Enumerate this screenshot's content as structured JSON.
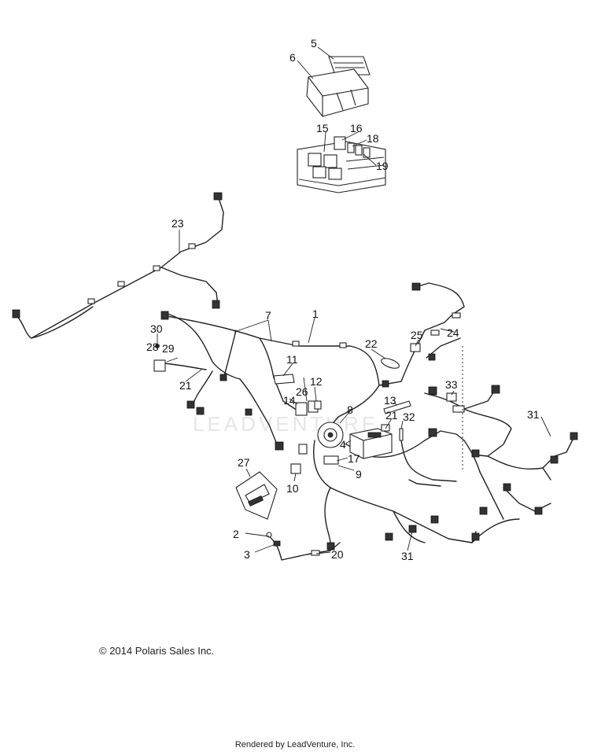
{
  "footer": {
    "copyright": "© 2014 Polaris Sales Inc.",
    "rendered_by": "Rendered by LeadVenture, Inc."
  },
  "watermark": "LEADVENTURE",
  "callouts": {
    "c1": "1",
    "c2": "2",
    "c3": "3",
    "c4": "4",
    "c5": "5",
    "c6": "6",
    "c7": "7",
    "c8": "8",
    "c9": "9",
    "c10": "10",
    "c11": "11",
    "c12": "12",
    "c13": "13",
    "c14": "14",
    "c15": "15",
    "c16": "16",
    "c17": "17",
    "c18": "18",
    "c19": "19",
    "c20": "20",
    "c21a": "21",
    "c21b": "21",
    "c22": "22",
    "c23": "23",
    "c24": "24",
    "c25": "25",
    "c26": "26",
    "c27": "27",
    "c28": "28",
    "c29": "29",
    "c30": "30",
    "c31a": "31",
    "c31b": "31",
    "c32": "32",
    "c33": "33"
  }
}
